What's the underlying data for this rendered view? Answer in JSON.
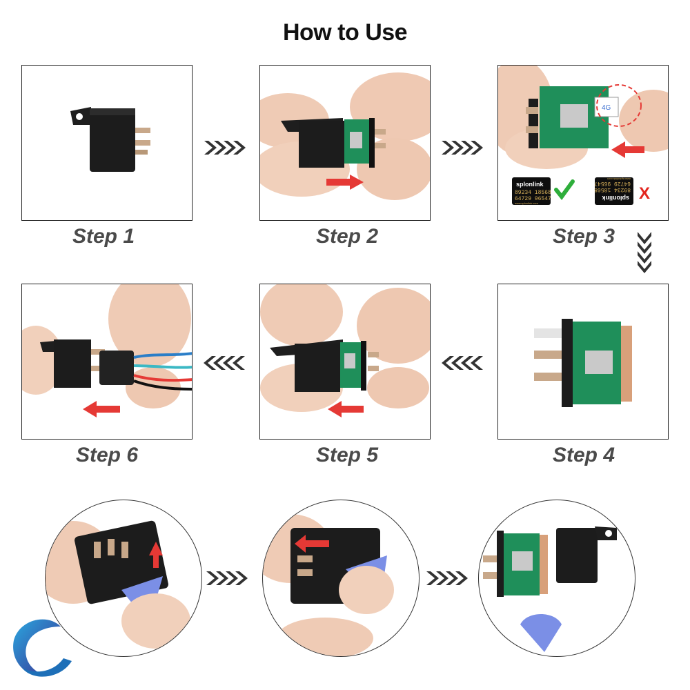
{
  "title": "How to Use",
  "steps": [
    {
      "label": "Step 1"
    },
    {
      "label": "Step 2"
    },
    {
      "label": "Step 3"
    },
    {
      "label": "Step 4"
    },
    {
      "label": "Step 5"
    },
    {
      "label": "Step 6"
    }
  ],
  "sim_card_correct": {
    "brand": "splonlink",
    "line1": "89234 18568",
    "line2": "64729 96547",
    "url": "www.splonlink.com",
    "mark": "check"
  },
  "sim_card_wrong": {
    "brand": "splonlink",
    "line1": "89234 18568",
    "line2": "64729 96547",
    "url": "www.splonlink.com",
    "mark": "X"
  },
  "network_label": "4G",
  "colors": {
    "arrow_red": "#e53935",
    "check_green": "#2eae3b",
    "x_red": "#e3261f",
    "relay_black": "#1c1c1c",
    "pcb_green": "#1f8f5a",
    "pry_tool": "#7b8fe6",
    "chevron": "#333333"
  }
}
